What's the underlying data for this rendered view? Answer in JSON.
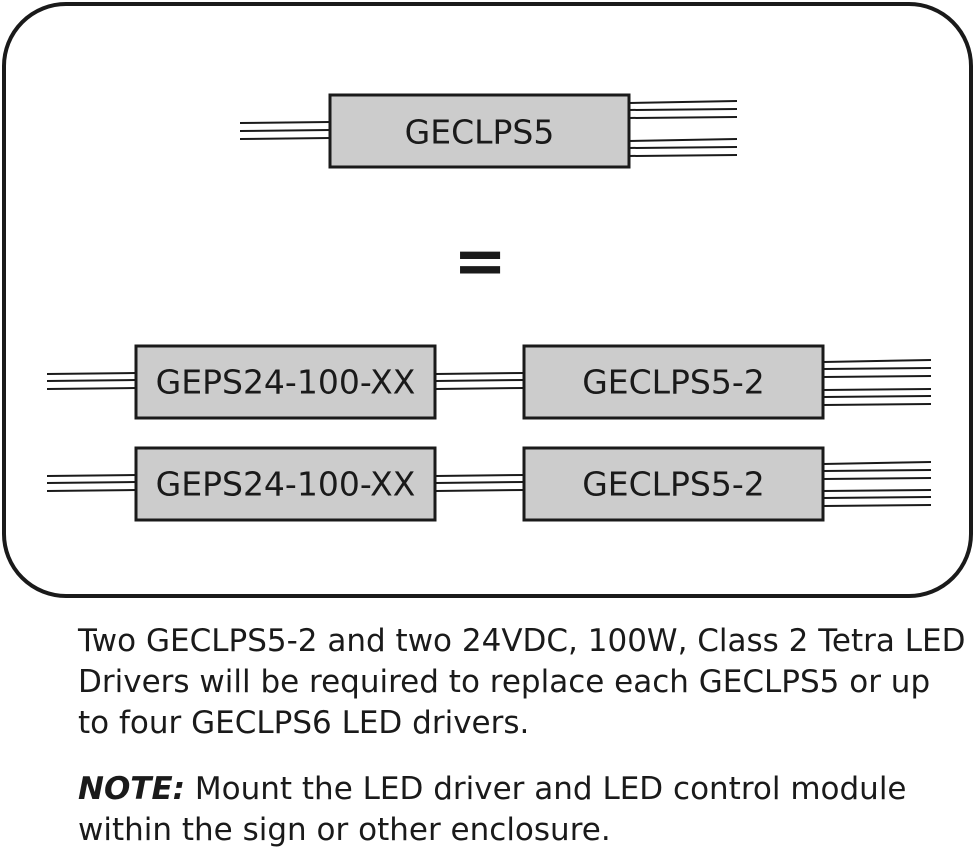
{
  "diagram": {
    "top_driver_label": "GECLPS5",
    "equals_sign": "=",
    "rows": [
      {
        "left_label": "GEPS24-100-XX",
        "right_label": "GECLPS5-2"
      },
      {
        "left_label": "GEPS24-100-XX",
        "right_label": "GECLPS5-2"
      }
    ]
  },
  "caption": {
    "main": "Two GECLPS5-2 and two 24VDC, 100W, Class 2 Tetra LED Drivers will be required to replace each GECLPS5 or up to four GECLPS6 LED drivers.",
    "note_label": "NOTE:",
    "note_text": " Mount the LED driver and LED control module within the sign or other enclosure."
  },
  "colors": {
    "box_fill": "#cccccc",
    "stroke": "#1a1a1a",
    "background": "#ffffff"
  }
}
